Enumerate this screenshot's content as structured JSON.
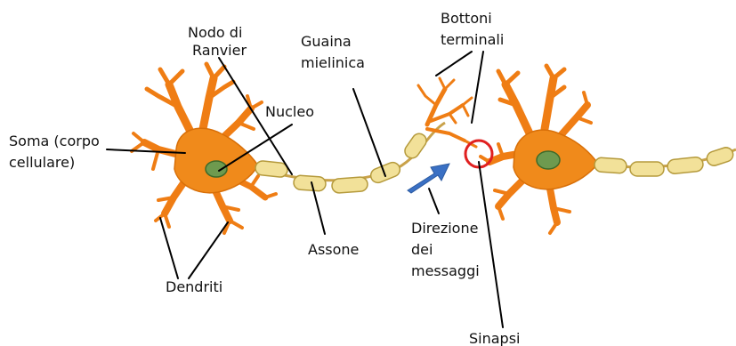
{
  "labels": {
    "nodo_line1": "Nodo di",
    "nodo_line2": "Ranvier",
    "guaina_line1": "Guaina",
    "guaina_line2": "mielinica",
    "bottoni_line1": "Bottoni",
    "bottoni_line2": "terminali",
    "nucleo": "Nucleo",
    "soma_line1": "Soma (corpo",
    "soma_line2": "cellulare)",
    "assone": "Assone",
    "dendriti": "Dendriti",
    "direzione_line1": "Direzione",
    "direzione_line2": "dei",
    "direzione_line3": "messaggi",
    "sinapsi": "Sinapsi"
  },
  "colors": {
    "soma": "#f08a1b",
    "nucleus": "#6e9a4f",
    "myelin": "#f2e199",
    "arrow": "#3a70c4",
    "synapse_circle": "#e02020"
  }
}
